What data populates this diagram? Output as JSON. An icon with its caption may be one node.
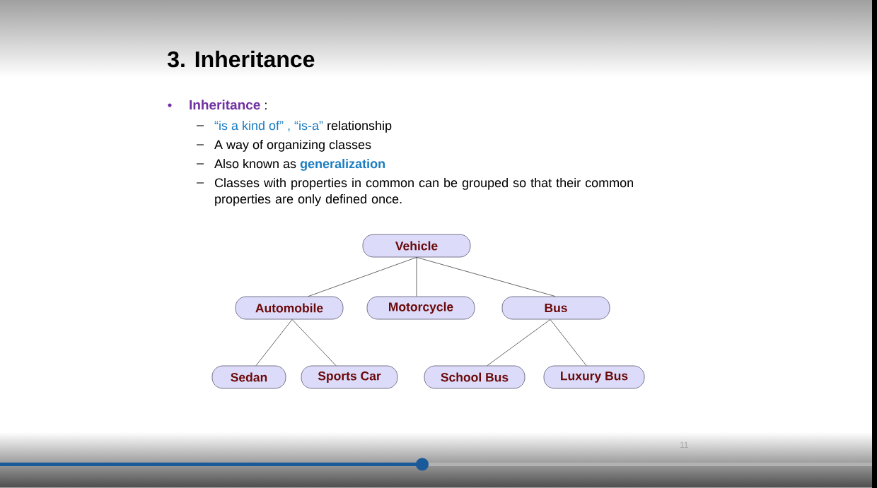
{
  "diagram": {
    "title": "3. Inheritance",
    "nodes": [
      {
        "text": [
          "Vehicle"
        ]
      },
      {
        "text": [
          "Automobile"
        ]
      },
      {
        "text": [
          "Motorcycle"
        ]
      },
      {
        "text": [
          "Bus"
        ]
      },
      {
        "text": [
          "Sedan"
        ]
      },
      {
        "text": [
          "Sports Car"
        ]
      },
      {
        "text": [
          "School Bus"
        ]
      },
      {
        "text": [
          "Luxury Bus"
        ]
      }
    ],
    "edges": [
      {
        "from": 0,
        "to": 1,
        "arrow": "none"
      },
      {
        "from": 0,
        "to": 2,
        "arrow": "none"
      },
      {
        "from": 0,
        "to": 3,
        "arrow": "none"
      },
      {
        "from": 1,
        "to": 4,
        "arrow": "none"
      },
      {
        "from": 1,
        "to": 5,
        "arrow": "none"
      },
      {
        "from": 3,
        "to": 6,
        "arrow": "none"
      },
      {
        "from": 3,
        "to": 7,
        "arrow": "none"
      }
    ],
    "labels": [
      "Inheritance",
      ":",
      "“is a kind of” , “is-a”",
      "relationship",
      "A way of organizing classes",
      "Also known as",
      "generalization",
      "Classes with properties in common can be grouped so that their common properties are only defined once.",
      "11"
    ]
  }
}
